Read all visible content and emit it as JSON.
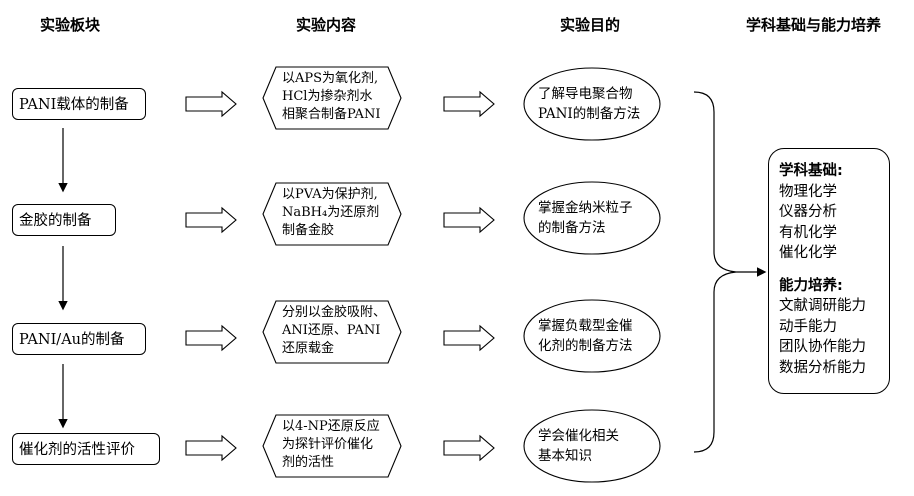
{
  "headers": {
    "col1": "实验板块",
    "col2": "实验内容",
    "col3": "实验目的",
    "col4": "学科基础与能力培养"
  },
  "stages": [
    {
      "label": "PANI载体的制备"
    },
    {
      "label": "金胶的制备"
    },
    {
      "label": "PANI/Au的制备"
    },
    {
      "label": "催化剂的活性评价"
    }
  ],
  "contents": [
    {
      "lines": [
        "以APS为氧化剂,",
        "HCl为掺杂剂水",
        "相聚合制备PANI"
      ]
    },
    {
      "lines": [
        "以PVA为保护剂,",
        "NaBH₄为还原剂",
        "制备金胶"
      ]
    },
    {
      "lines": [
        "分别以金胶吸附、",
        "ANI还原、PANI",
        "还原载金"
      ]
    },
    {
      "lines": [
        "以4-NP还原反应",
        "为探针评价催化",
        "剂的活性"
      ]
    }
  ],
  "purposes": [
    {
      "lines": [
        "了解导电聚合物",
        "PANI的制备方法"
      ]
    },
    {
      "lines": [
        "掌握金纳米粒子",
        "的制备方法"
      ]
    },
    {
      "lines": [
        "掌握负载型金催",
        "化剂的制备方法"
      ]
    },
    {
      "lines": [
        "学会催化相关",
        "基本知识"
      ]
    }
  ],
  "side": {
    "basis_title": "学科基础:",
    "basis_items": [
      "物理化学",
      "仪器分析",
      "有机化学",
      "催化化学"
    ],
    "ability_title": "能力培养:",
    "ability_items": [
      "文献调研能力",
      "动手能力",
      "团队协作能力",
      "数据分析能力"
    ]
  }
}
